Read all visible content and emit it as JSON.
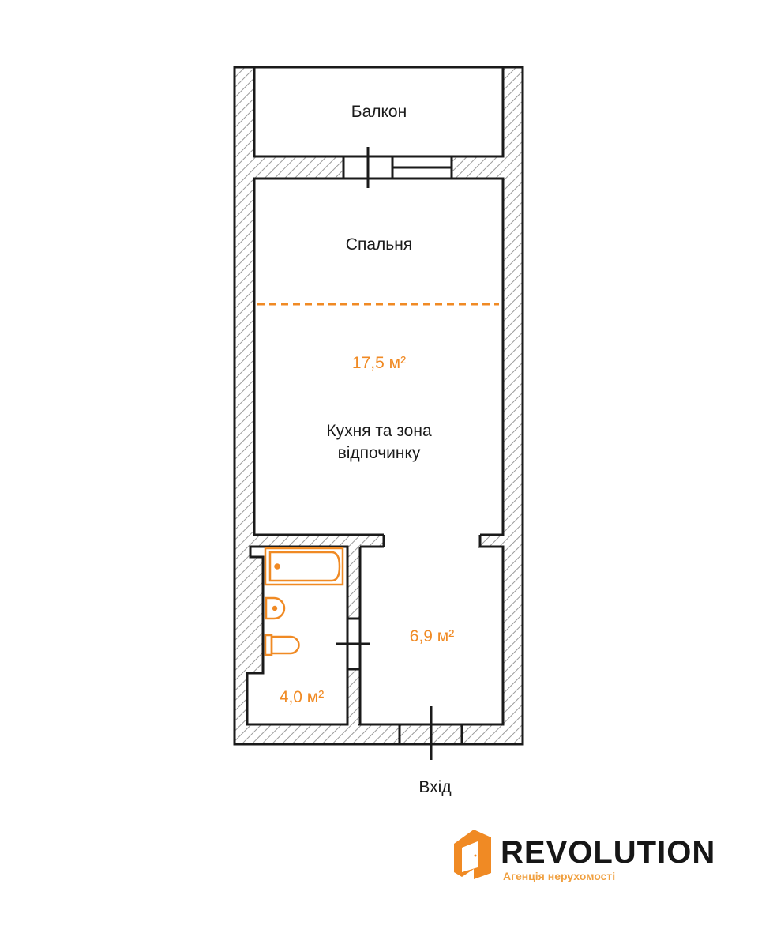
{
  "rooms": {
    "balcony": {
      "label": "Балкон"
    },
    "bedroom": {
      "label": "Спальня"
    },
    "living": {
      "area": "17,5 м²",
      "label_line1": "Кухня та зона",
      "label_line2": "відпочинку"
    },
    "hallway": {
      "area": "6,9 м²"
    },
    "bathroom": {
      "area": "4,0 м²"
    }
  },
  "entrance": {
    "label": "Вхід"
  },
  "logo": {
    "name": "REVOLUTION",
    "tagline": "Агенція нерухомості"
  },
  "colors": {
    "accent": "#f08a24",
    "wall": "#1a1a1a",
    "hatch": "#9a9a9a"
  }
}
